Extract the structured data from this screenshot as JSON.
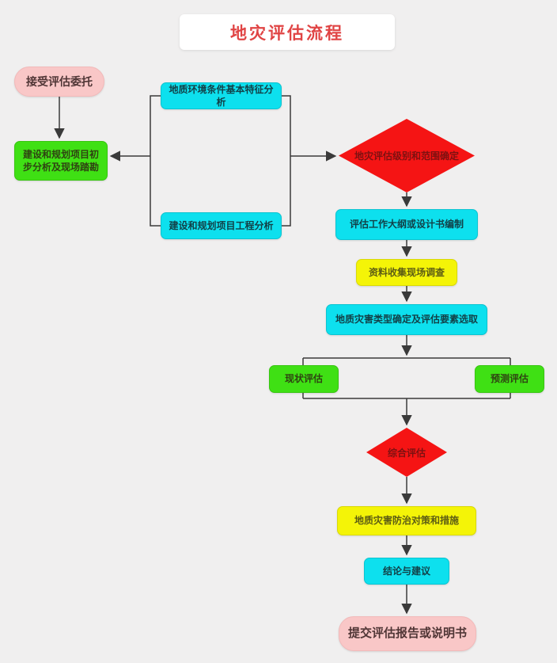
{
  "title": "地灾评估流程",
  "palette": {
    "background": "#f0efef",
    "title_text": "#e04444",
    "pink_node": "#f9c7c7",
    "green_node": "#3fe014",
    "cyan_node": "#0de0ee",
    "yellow_node": "#f4f407",
    "red_diamond": "#f51414",
    "connector_line": "#3a3a3a"
  },
  "nodes": {
    "accept": {
      "label": "接受评估委托"
    },
    "initial_analysis": {
      "label": "建设和规划项目初步分析及现场踏勘"
    },
    "geo_env": {
      "label": "地质环境条件基本特征分析"
    },
    "project_eng": {
      "label": "建设和规划项目工程分析"
    },
    "level_scope": {
      "label": "地灾评估级别和范围确定"
    },
    "outline": {
      "label": "评估工作大纲或设计书编制"
    },
    "data_collect": {
      "label": "资料收集现场调查"
    },
    "type_select": {
      "label": "地质灾害类型确定及评估要素选取"
    },
    "current_assess": {
      "label": "现状评估"
    },
    "predict_assess": {
      "label": "预测评估"
    },
    "comprehensive": {
      "label": "综合评估"
    },
    "countermeasure": {
      "label": "地质灾害防治对策和措施"
    },
    "conclusion": {
      "label": "结论与建议"
    },
    "submit": {
      "label": "提交评估报告或说明书"
    }
  }
}
